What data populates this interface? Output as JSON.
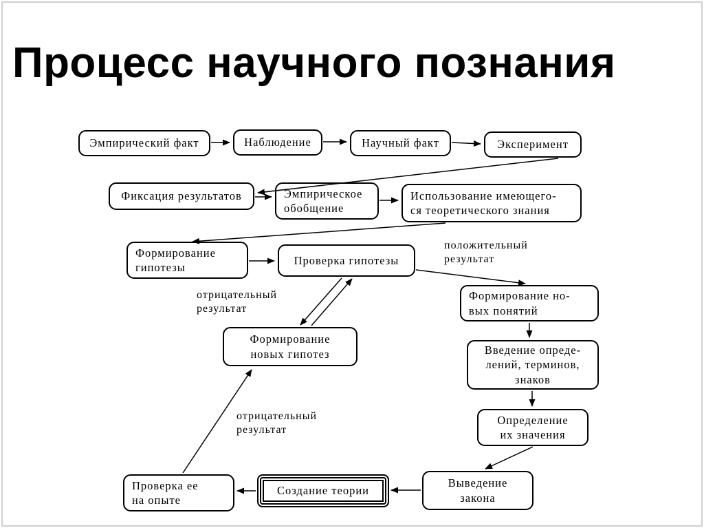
{
  "title": "Процесс научного познания",
  "colors": {
    "line": "#000000",
    "node_border": "#000000",
    "background": "#ffffff",
    "frame_border": "#cfcfcf"
  },
  "nodes": {
    "empirical_fact": {
      "label": "Эмпирический факт"
    },
    "observation": {
      "label": "Наблюдение"
    },
    "scientific_fact": {
      "label": "Научный факт"
    },
    "experiment": {
      "label": "Эксперимент"
    },
    "fixation": {
      "label": "Фиксация результатов"
    },
    "empirical_generalization": {
      "label": "Эмпирическое\nобобщение"
    },
    "use_theoretical": {
      "label": "Использование имеющего-\nся теоретического знания"
    },
    "hypothesis_formation": {
      "label": "Формирование\nгипотезы"
    },
    "hypothesis_check": {
      "label": "Проверка гипотезы"
    },
    "new_hypotheses": {
      "label": "Формирование\nновых гипотез"
    },
    "new_concepts": {
      "label": "Формирование но-\nвых понятий"
    },
    "definitions": {
      "label": "Введение опреде-\nлений, терминов,\nзнаков"
    },
    "meaning": {
      "label": "Определение\nих значения"
    },
    "law": {
      "label": "Выведение\nзакона"
    },
    "theory": {
      "label": "Создание теории"
    },
    "experience_check": {
      "label": "Проверка ее\nна опыте"
    }
  },
  "edge_labels": {
    "positive_result": "положительный\nрезультат",
    "negative_result_upper": "отрицательный\nрезультат",
    "negative_result_lower": "отрицательный\nрезультат"
  },
  "diagram": {
    "type": "flowchart",
    "edges": [
      {
        "from": "empirical_fact",
        "to": "observation"
      },
      {
        "from": "observation",
        "to": "scientific_fact"
      },
      {
        "from": "scientific_fact",
        "to": "experiment"
      },
      {
        "from": "experiment",
        "to": "fixation"
      },
      {
        "from": "fixation",
        "to": "empirical_generalization"
      },
      {
        "from": "empirical_generalization",
        "to": "use_theoretical"
      },
      {
        "from": "use_theoretical",
        "to": "hypothesis_formation"
      },
      {
        "from": "hypothesis_formation",
        "to": "hypothesis_check"
      },
      {
        "from": "hypothesis_check",
        "to": "new_concepts",
        "label": "положительный результат"
      },
      {
        "from": "hypothesis_check",
        "to": "new_hypotheses",
        "label": "отрицательный результат"
      },
      {
        "from": "new_hypotheses",
        "to": "hypothesis_check"
      },
      {
        "from": "new_concepts",
        "to": "definitions"
      },
      {
        "from": "definitions",
        "to": "meaning"
      },
      {
        "from": "meaning",
        "to": "law"
      },
      {
        "from": "law",
        "to": "theory"
      },
      {
        "from": "theory",
        "to": "experience_check"
      },
      {
        "from": "experience_check",
        "to": "new_hypotheses",
        "label": "отрицательный результат"
      }
    ]
  }
}
